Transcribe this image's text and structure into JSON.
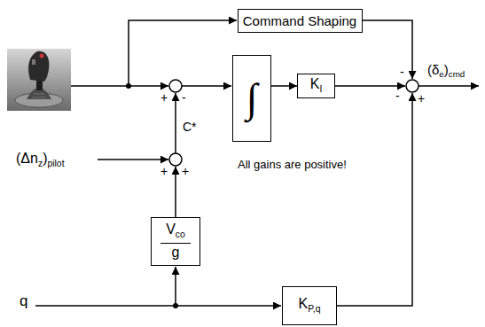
{
  "diagram": {
    "nodes": [
      {
        "text": [
          "Command Shaping"
        ]
      },
      {
        "text": [
          "∫"
        ]
      },
      {
        "text": [
          "K",
          "I"
        ]
      },
      {
        "text": [
          "V",
          "co",
          "g"
        ]
      },
      {
        "text": [
          "K",
          "P,q"
        ]
      }
    ],
    "edges": [
      {
        "from": 1,
        "to": 2,
        "arrow": "to"
      }
    ],
    "labels": [
      "-",
      "(δ",
      "e",
      ")",
      "cmd",
      "-",
      "+",
      "-",
      "+",
      "C*",
      "(Δn",
      "z",
      ")",
      "pilot",
      "+",
      "+",
      "All gains are positive!",
      "q"
    ]
  }
}
